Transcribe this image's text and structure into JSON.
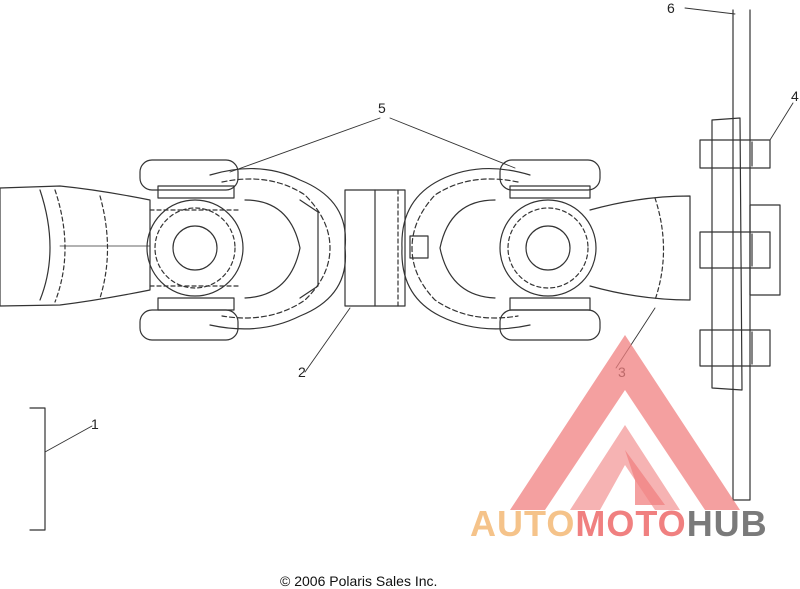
{
  "callouts": {
    "c1": "1",
    "c2": "2",
    "c3": "3",
    "c4": "4",
    "c5": "5",
    "c6": "6"
  },
  "copyright": "© 2006 Polaris Sales Inc.",
  "watermark": {
    "part1": "AUTO",
    "part2": "MOTO",
    "part3": "HUB",
    "colors": {
      "auto": "#f5c38a",
      "moto": "#f08080",
      "hub": "#7a7a7a",
      "logo": "#f08080"
    }
  },
  "colors": {
    "line": "#333333",
    "background": "#ffffff"
  }
}
